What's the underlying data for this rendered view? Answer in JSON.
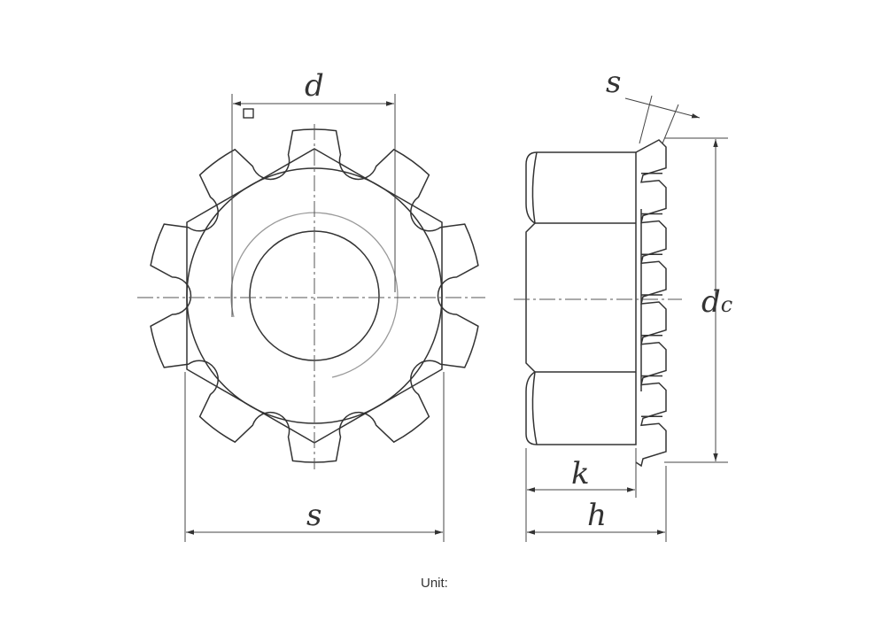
{
  "labels": {
    "d": "d",
    "s_top": "s",
    "dc_main": "d",
    "dc_sub": "c",
    "k": "k",
    "h": "h",
    "s_bottom": "s"
  },
  "footer": {
    "unit": "Unit:"
  },
  "colors": {
    "line": "#333333",
    "background": "#ffffff"
  }
}
